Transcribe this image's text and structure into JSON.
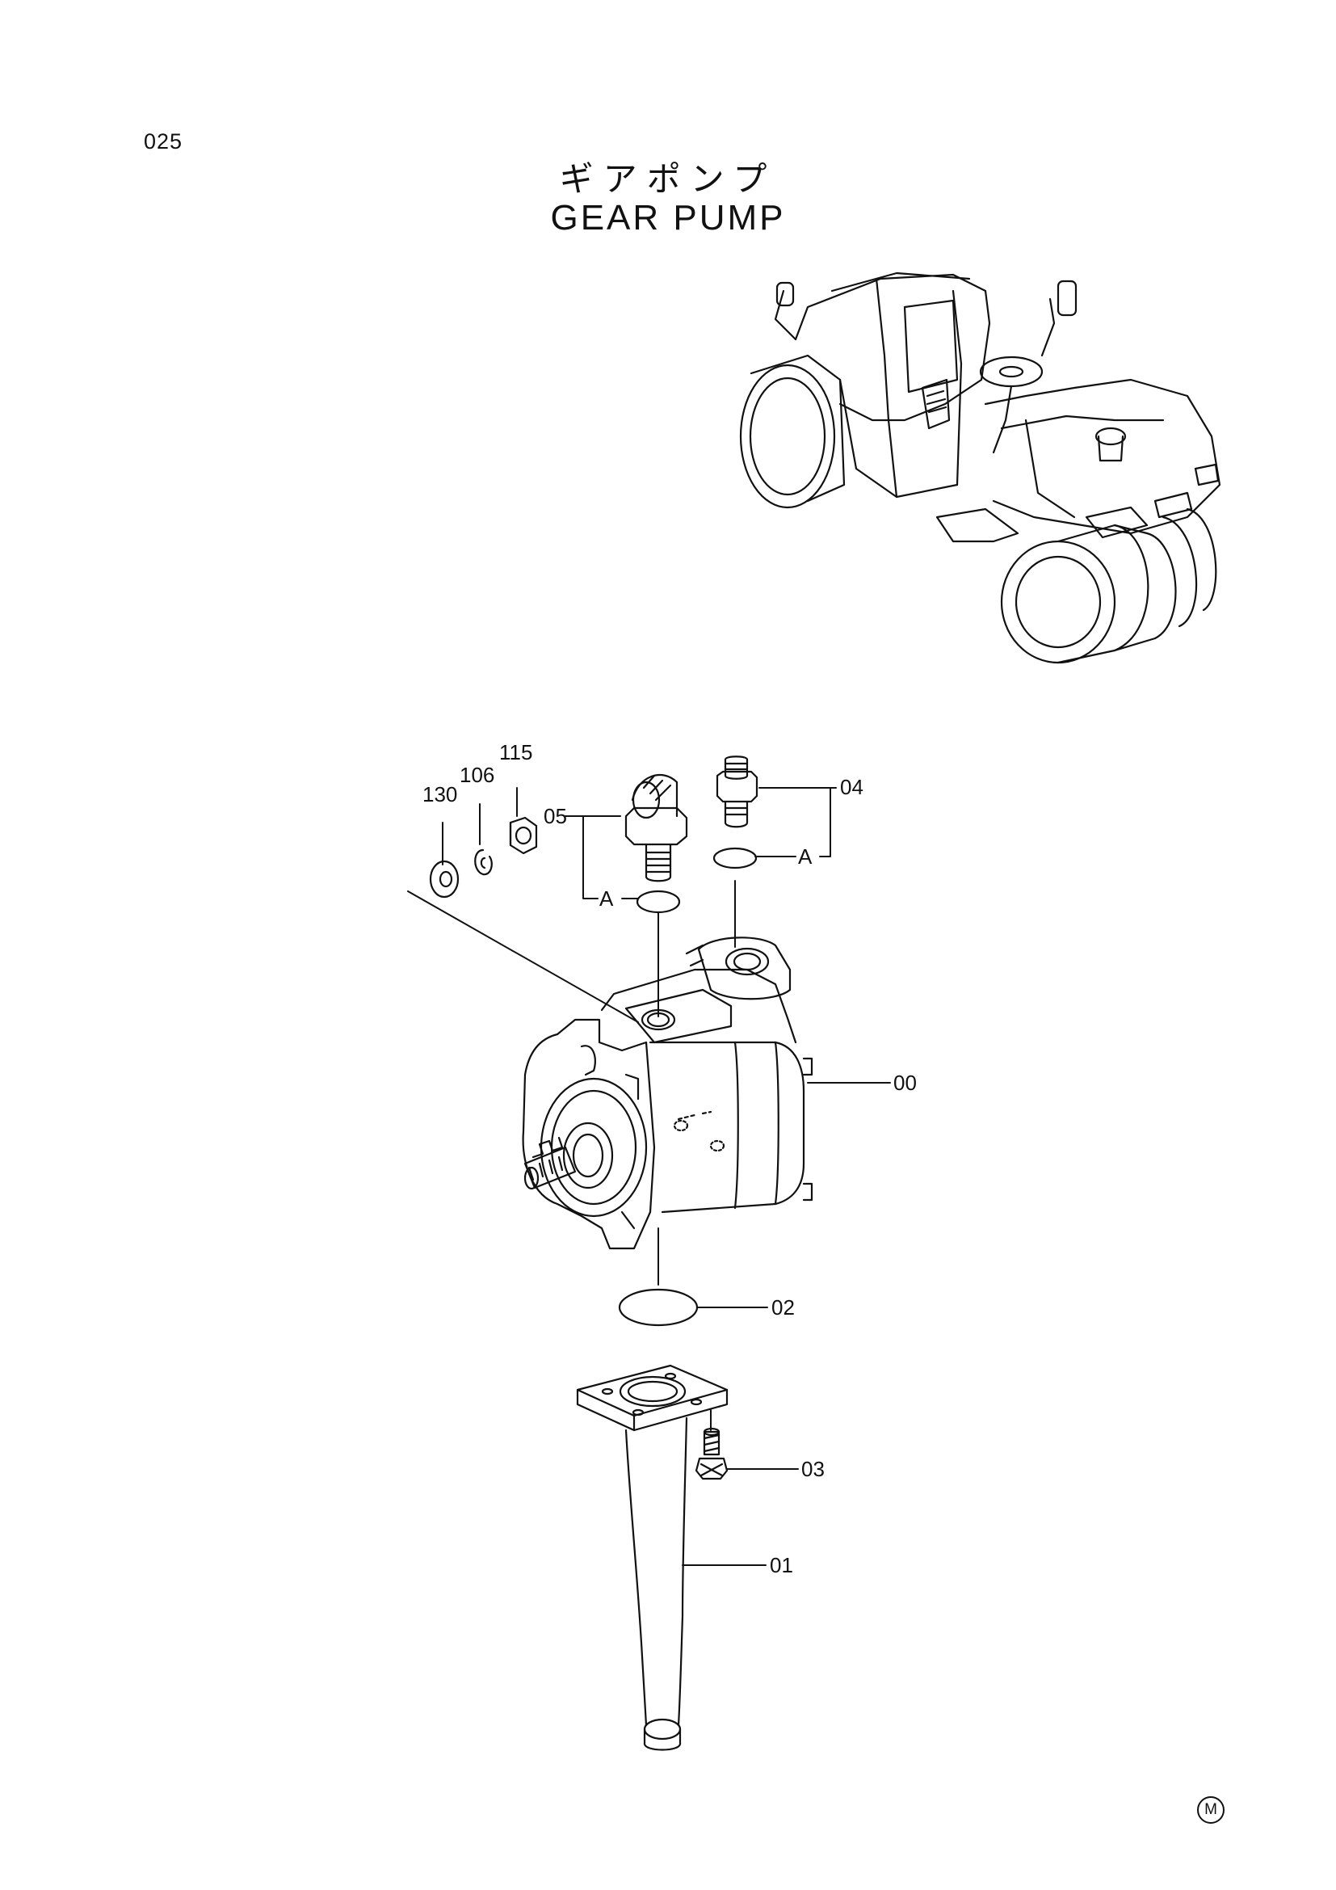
{
  "page": {
    "number": "025",
    "title_jp": "ギアポンプ",
    "title_en": "GEAR PUMP",
    "footer_mark": "M"
  },
  "callouts": {
    "c130": "130",
    "c106": "106",
    "c115": "115",
    "c05": "05",
    "c04": "04",
    "c00": "00",
    "c02": "02",
    "c03": "03",
    "c01": "01",
    "a_left": "A",
    "a_right": "A"
  }
}
